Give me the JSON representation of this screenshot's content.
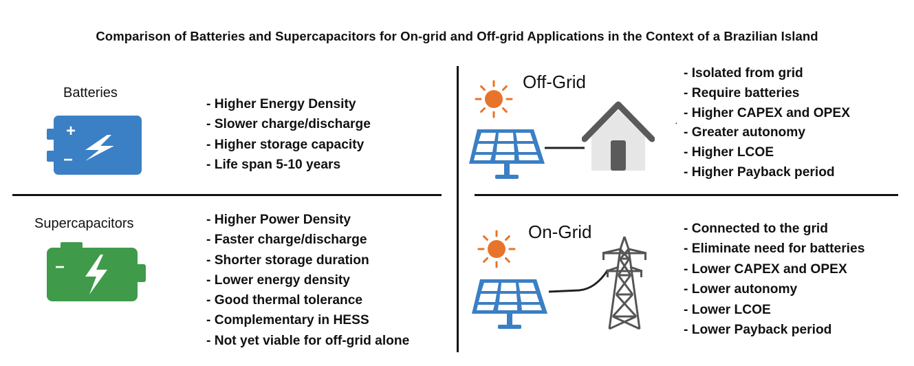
{
  "title": "Comparison of Batteries and Supercapacitors for On-grid and Off-grid Applications in the Context of a Brazilian Island",
  "batteries": {
    "label": "Batteries",
    "plus_sign": "+",
    "minus_sign": "−",
    "color": "#3b7fc4",
    "items": [
      "- Higher Energy Density",
      "- Slower charge/discharge",
      "- Higher storage capacity",
      "- Life span 5-10 years"
    ]
  },
  "supercapacitors": {
    "label": "Supercapacitors",
    "minus_sign": "−",
    "color": "#3f9b4a",
    "items": [
      "- Higher Power Density",
      "- Faster charge/discharge",
      "- Shorter storage duration",
      "- Lower energy density",
      "- Good thermal tolerance",
      "- Complementary in HESS",
      "- Not yet viable for off-grid alone"
    ]
  },
  "off_grid": {
    "label": "Off-Grid",
    "stray_mark": "·",
    "items": [
      "- Isolated from grid",
      "- Require batteries",
      "- Higher CAPEX and OPEX",
      "- Greater autonomy",
      "- Higher LCOE",
      "- Higher Payback period"
    ]
  },
  "on_grid": {
    "label": "On-Grid",
    "items": [
      "- Connected to the grid",
      "- Eliminate need for batteries",
      "- Lower CAPEX and OPEX",
      "- Lower autonomy",
      "- Lower LCOE",
      "- Lower Payback period"
    ]
  },
  "icons": {
    "sun": "sun-icon",
    "solar_panel": "solar-panel-icon",
    "house": "house-icon",
    "tower": "transmission-tower-icon",
    "battery": "battery-icon",
    "supercapacitor": "supercapacitor-icon"
  },
  "colors": {
    "sun": "#e8732a",
    "panel": "#3b7fc4",
    "house_roof": "#5a5a5a",
    "house_wall": "#e6e6e6",
    "door": "#5a5a5a"
  }
}
